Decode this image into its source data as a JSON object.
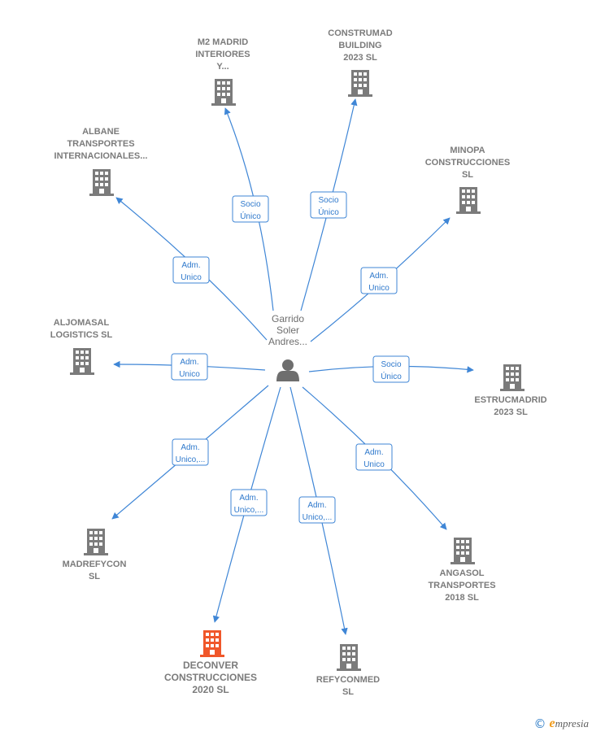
{
  "center": {
    "label_lines": [
      "Garrido",
      "Soler",
      "Andres..."
    ],
    "icon": "person-icon"
  },
  "companies": [
    {
      "id": "m2-madrid",
      "label_lines": [
        "M2 MADRID",
        "INTERIORES",
        "Y..."
      ],
      "icon": "building-icon",
      "highlight": false
    },
    {
      "id": "construmad",
      "label_lines": [
        "CONSTRUMAD",
        "BUILDING",
        "2023  SL"
      ],
      "icon": "building-icon",
      "highlight": false
    },
    {
      "id": "albane",
      "label_lines": [
        "ALBANE",
        "TRANSPORTES",
        "INTERNACIONALES..."
      ],
      "icon": "building-icon",
      "highlight": false
    },
    {
      "id": "minopa",
      "label_lines": [
        "MINOPA",
        "CONSTRUCCIONES",
        "SL"
      ],
      "icon": "building-icon",
      "highlight": false
    },
    {
      "id": "aljomasal",
      "label_lines": [
        "ALJOMASAL",
        "LOGISTICS  SL"
      ],
      "icon": "building-icon",
      "highlight": false
    },
    {
      "id": "estrucmadrid",
      "label_lines": [
        "ESTRUCMADRID",
        "2023  SL"
      ],
      "icon": "building-icon",
      "highlight": false
    },
    {
      "id": "madrefycon",
      "label_lines": [
        "MADREFYCON",
        "SL"
      ],
      "icon": "building-icon",
      "highlight": false
    },
    {
      "id": "angasol",
      "label_lines": [
        "ANGASOL",
        "TRANSPORTES",
        "2018  SL"
      ],
      "icon": "building-icon",
      "highlight": false
    },
    {
      "id": "deconver",
      "label_lines": [
        "DECONVER",
        "CONSTRUCCIONES",
        "2020  SL"
      ],
      "icon": "building-icon",
      "highlight": true
    },
    {
      "id": "refyconmed",
      "label_lines": [
        "REFYCONMED",
        "SL"
      ],
      "icon": "building-icon",
      "highlight": false
    }
  ],
  "relations": [
    {
      "to": "m2-madrid",
      "label_lines": [
        "Socio",
        "Único"
      ]
    },
    {
      "to": "construmad",
      "label_lines": [
        "Socio",
        "Único"
      ]
    },
    {
      "to": "albane",
      "label_lines": [
        "Adm.",
        "Unico"
      ]
    },
    {
      "to": "minopa",
      "label_lines": [
        "Adm.",
        "Unico"
      ]
    },
    {
      "to": "aljomasal",
      "label_lines": [
        "Adm.",
        "Unico"
      ]
    },
    {
      "to": "estrucmadrid",
      "label_lines": [
        "Socio",
        "Único"
      ]
    },
    {
      "to": "madrefycon",
      "label_lines": [
        "Adm.",
        "Unico,..."
      ]
    },
    {
      "to": "angasol",
      "label_lines": [
        "Adm.",
        "Unico"
      ]
    },
    {
      "to": "deconver",
      "label_lines": [
        "Adm.",
        "Unico,..."
      ]
    },
    {
      "to": "refyconmed",
      "label_lines": [
        "Adm.",
        "Unico,..."
      ]
    }
  ],
  "colors": {
    "edge": "#3f86d6",
    "building": "#7b7b7b",
    "building_highlight": "#f0572a",
    "person": "#6e6e6e"
  },
  "brand": {
    "copyright_symbol": "©",
    "initial": "e",
    "name_rest": "mpresia"
  }
}
